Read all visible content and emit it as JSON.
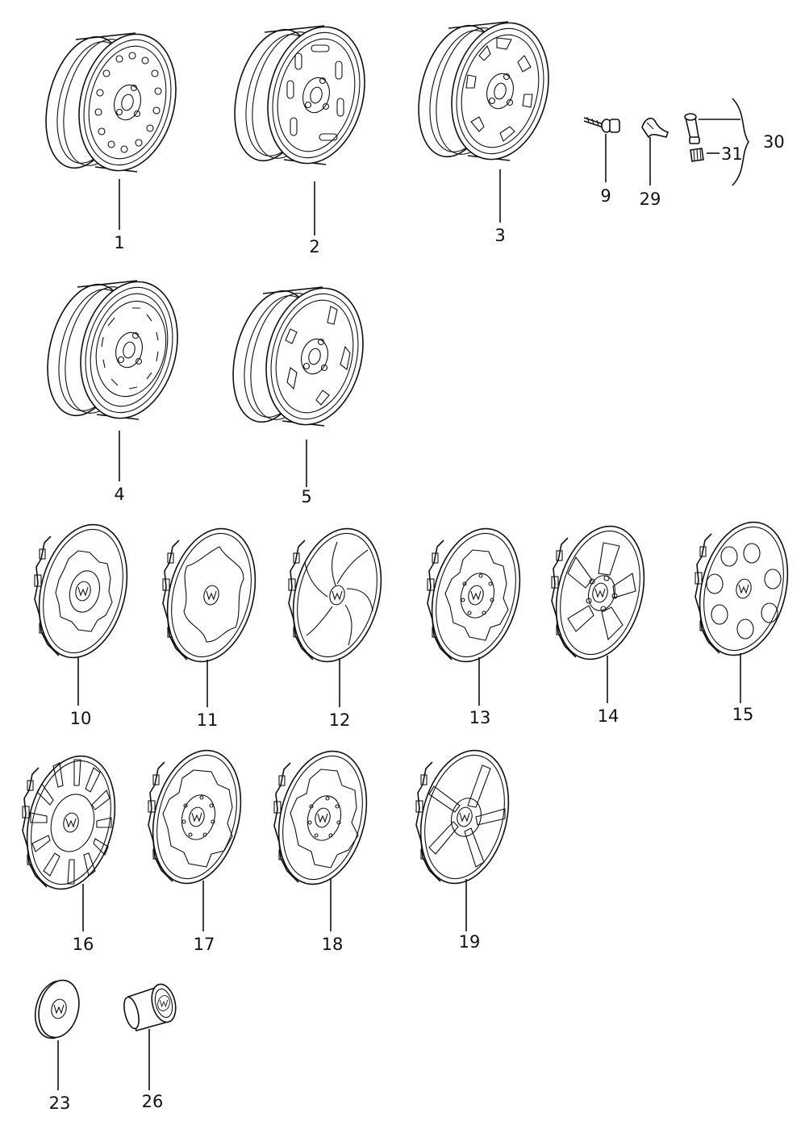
{
  "labels": {
    "p1": "1",
    "p2": "2",
    "p3": "3",
    "p4": "4",
    "p5": "5",
    "p9": "9",
    "p29": "29",
    "p30": "30",
    "p31": "31",
    "p10": "10",
    "p11": "11",
    "p12": "12",
    "p13": "13",
    "p14": "14",
    "p15": "15",
    "p16": "16",
    "p17": "17",
    "p18": "18",
    "p19": "19",
    "p23": "23",
    "p26": "26"
  }
}
